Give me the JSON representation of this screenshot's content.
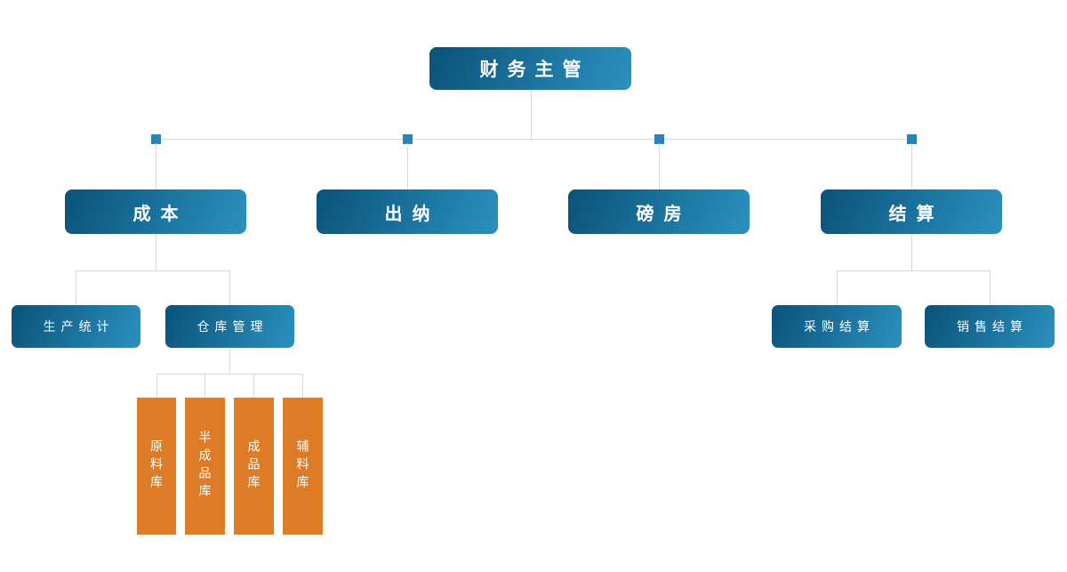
{
  "colors": {
    "node_blue_dark": "#0a5278",
    "node_blue_light": "#2b91c0",
    "node_orange": "#dd7b26",
    "connector": "#d9d9d9",
    "junction": "#2585b8",
    "node_text": "#ffffff"
  },
  "org_chart": {
    "label": "财务主管",
    "children": [
      {
        "label": "成本",
        "children": [
          {
            "label": "生产统计",
            "children": []
          },
          {
            "label": "仓库管理",
            "children": [
              {
                "label": "原料库"
              },
              {
                "label": "半成品库"
              },
              {
                "label": "成品库"
              },
              {
                "label": "辅料库"
              }
            ]
          }
        ]
      },
      {
        "label": "出纳",
        "children": []
      },
      {
        "label": "磅房",
        "children": []
      },
      {
        "label": "结算",
        "children": [
          {
            "label": "采购结算",
            "children": []
          },
          {
            "label": "销售结算",
            "children": []
          }
        ]
      }
    ]
  }
}
